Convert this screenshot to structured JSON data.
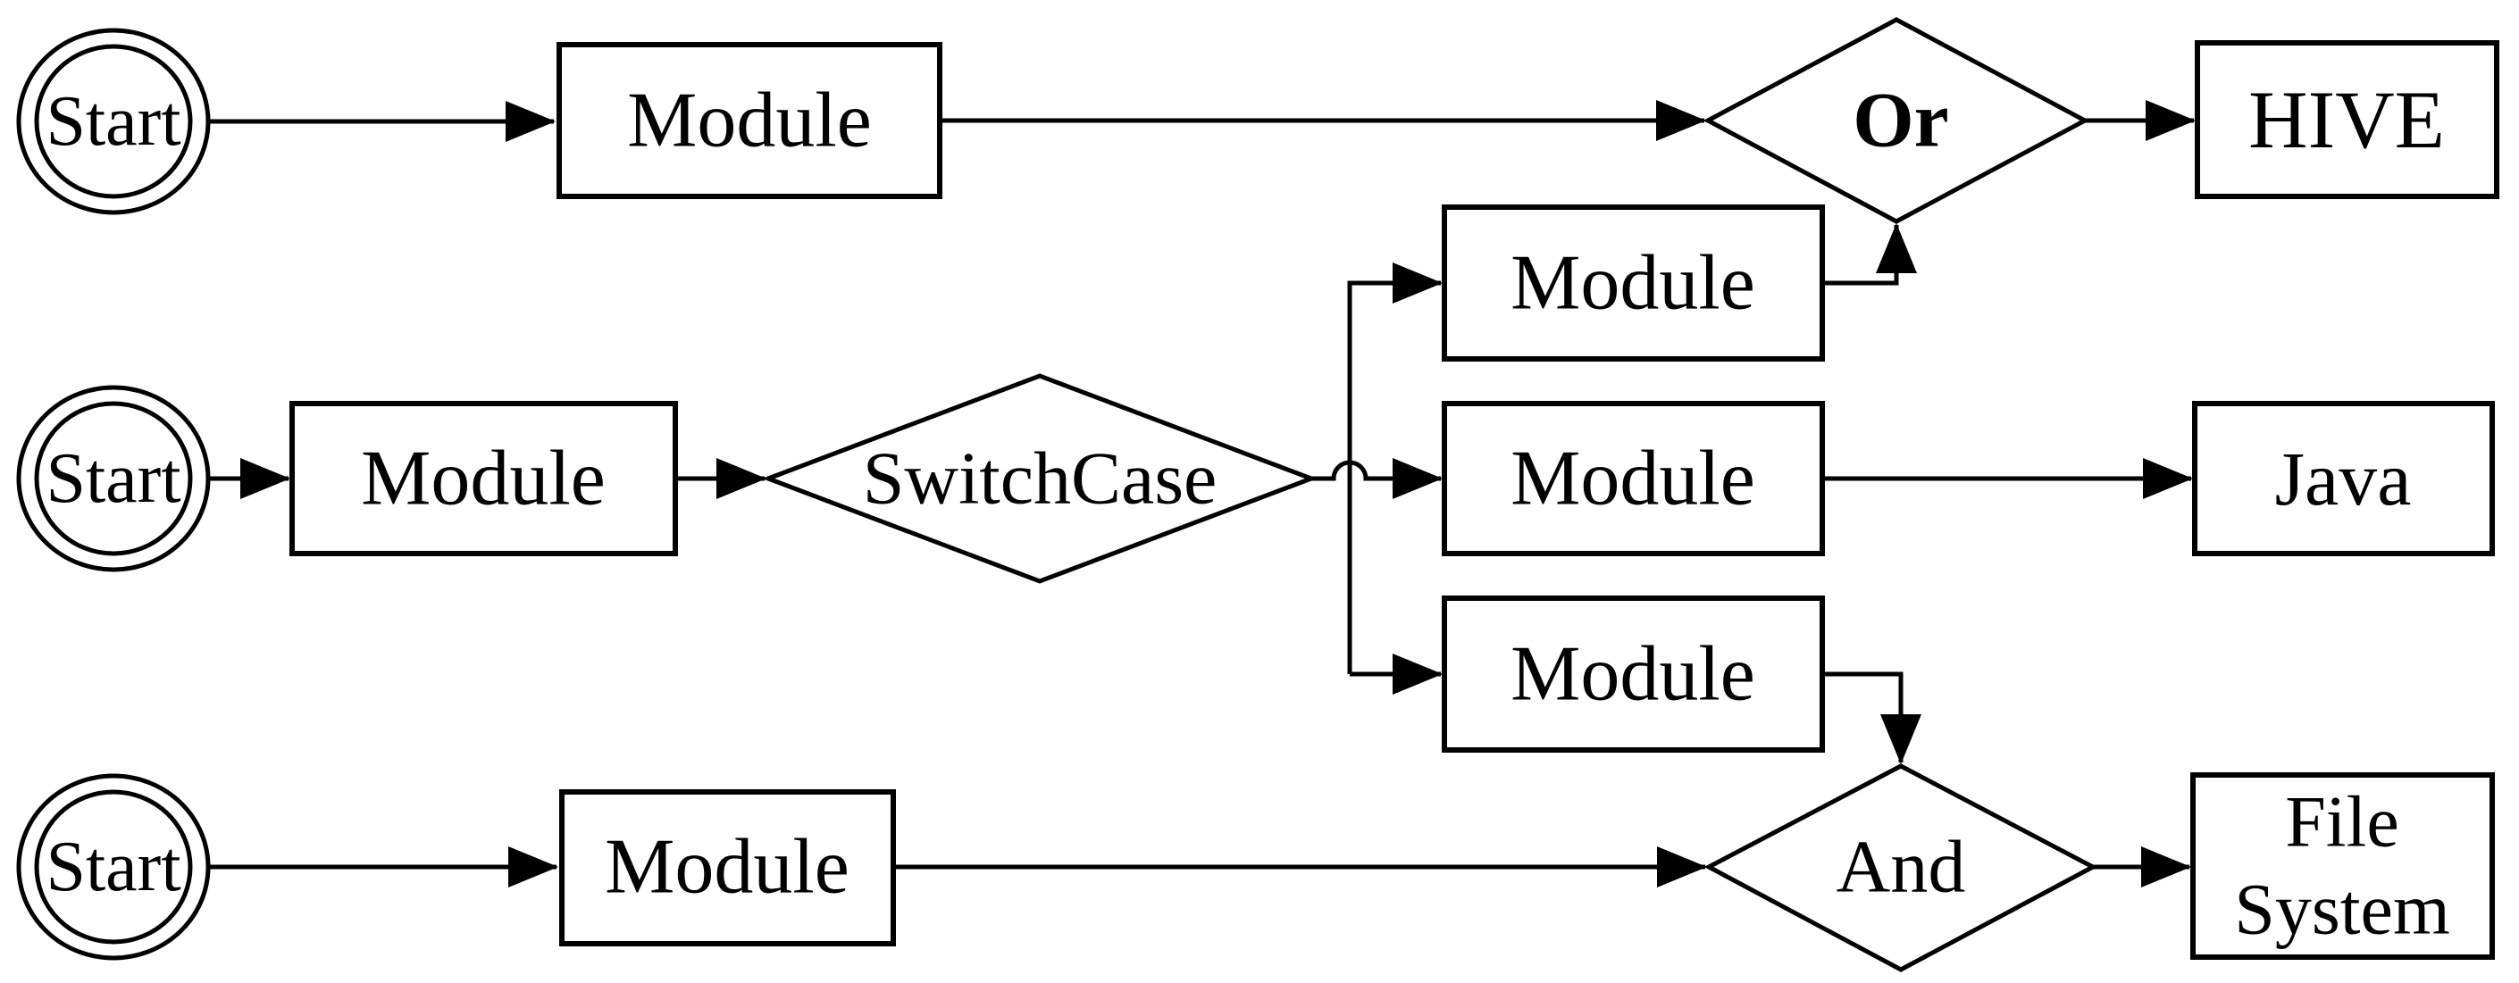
{
  "canvas": {
    "background": "#ffffff",
    "line_color": "#000000",
    "text_color": "#000000"
  },
  "diagram": {
    "type": "flowchart",
    "nodes": {
      "start1": {
        "label": "Start",
        "shape": "start-terminator-double-circle"
      },
      "start2": {
        "label": "Start",
        "shape": "start-terminator-double-circle"
      },
      "start3": {
        "label": "Start",
        "shape": "start-terminator-double-circle"
      },
      "module1": {
        "label": "Module",
        "shape": "process-box"
      },
      "module2": {
        "label": "Module",
        "shape": "process-box"
      },
      "module3": {
        "label": "Module",
        "shape": "process-box"
      },
      "branch_module_top": {
        "label": "Module",
        "shape": "process-box"
      },
      "branch_module_middle": {
        "label": "Module",
        "shape": "process-box"
      },
      "branch_module_bottom": {
        "label": "Module",
        "shape": "process-box"
      },
      "or_gate": {
        "label": "Or",
        "shape": "decision-diamond"
      },
      "switch_case": {
        "label": "SwitchCase",
        "shape": "decision-diamond"
      },
      "and_gate": {
        "label": "And",
        "shape": "decision-diamond"
      },
      "hive": {
        "label": "HIVE",
        "shape": "output-box"
      },
      "java": {
        "label": "Java",
        "shape": "output-box"
      },
      "file_system": {
        "label": "File System",
        "line1": "File",
        "line2": "System",
        "shape": "output-box"
      }
    },
    "edges": [
      {
        "from": "start1",
        "to": "module1"
      },
      {
        "from": "module1",
        "to": "or_gate"
      },
      {
        "from": "or_gate",
        "to": "hive"
      },
      {
        "from": "start2",
        "to": "module2"
      },
      {
        "from": "module2",
        "to": "switch_case"
      },
      {
        "from": "switch_case",
        "to": "branch_module_middle",
        "style": "line-hops-over-branch-trunk"
      },
      {
        "from": "switch_case",
        "to": "branch_module_top",
        "via": "branch-trunk"
      },
      {
        "from": "switch_case",
        "to": "branch_module_bottom",
        "via": "branch-trunk"
      },
      {
        "from": "branch_module_top",
        "to": "or_gate"
      },
      {
        "from": "branch_module_middle",
        "to": "java"
      },
      {
        "from": "branch_module_bottom",
        "to": "and_gate"
      },
      {
        "from": "start3",
        "to": "module3"
      },
      {
        "from": "module3",
        "to": "and_gate"
      },
      {
        "from": "and_gate",
        "to": "file_system"
      }
    ]
  }
}
